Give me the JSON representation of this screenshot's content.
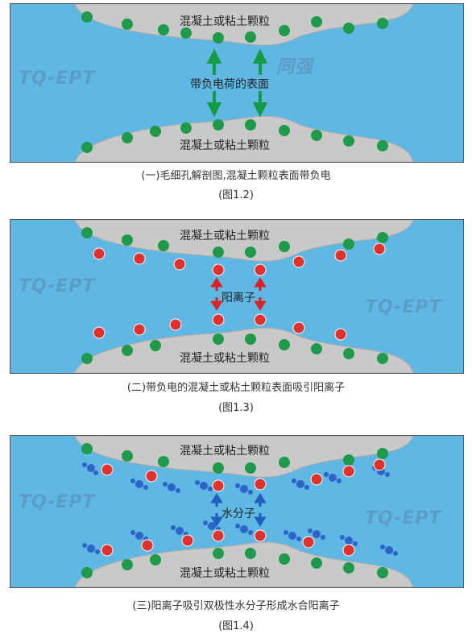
{
  "watermark": {
    "brand": "TQ-EPT",
    "cn": "同强"
  },
  "colors": {
    "water": "#5fb7e3",
    "particle": "#c9c9c9",
    "negative": "#1e9a4a",
    "positive": "#e0312f",
    "water_molecule": "#2c64c7",
    "arrow_green": "#159a45",
    "arrow_red": "#d8232a",
    "arrow_blue": "#1f5fbf"
  },
  "panels": [
    {
      "particle_top": "混凝土或粘土颗粒",
      "particle_bottom": "混凝土或粘土颗粒",
      "center_label": "带负电荷的表面",
      "caption": "(一)毛细孔解剖图,混凝土颗粒表面带负电",
      "figure_no": "(图1.2)"
    },
    {
      "particle_top": "混凝土或粘土颗粒",
      "particle_bottom": "混凝土或粘土颗粒",
      "center_label": "阳离子",
      "caption": "(二)带负电的混凝土或粘土颗粒表面吸引阳离子",
      "figure_no": "(图1.3)"
    },
    {
      "particle_top": "混凝土或粘土颗粒",
      "particle_bottom": "混凝土或粘土颗粒",
      "center_label": "水分子",
      "caption": "(三)阳离子吸引双极性水分子形成水合阳离子",
      "figure_no": "(图1.4)"
    }
  ]
}
